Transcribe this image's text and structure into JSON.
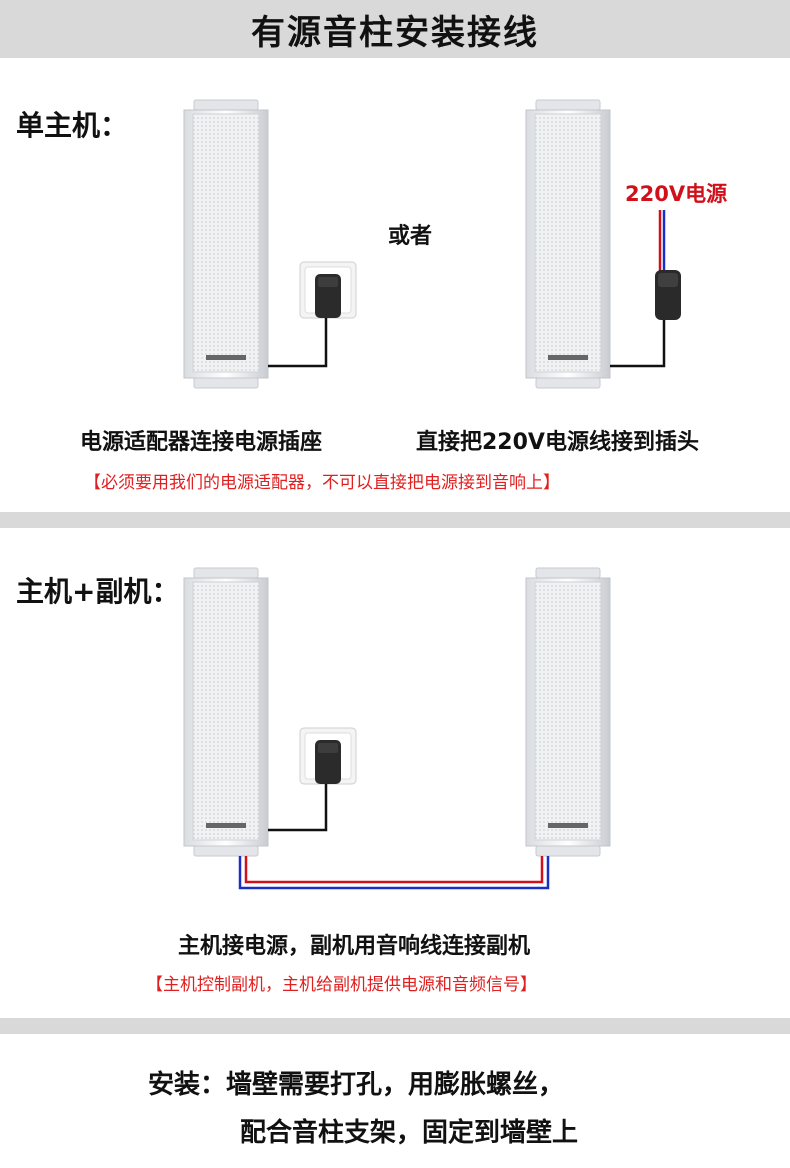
{
  "title": "有源音柱安装接线",
  "single": {
    "label": "单主机：",
    "or_text": "或者",
    "voltage_label": "220V电源",
    "caption_left": "电源适配器连接电源插座",
    "caption_right": "直接把220V电源线接到插头",
    "warning": "【必须要用我们的电源适配器，不可以直接把电源接到音响上】"
  },
  "pair": {
    "label": "主机+副机：",
    "caption": "主机接电源，副机用音响线连接副机",
    "warning": "【主机控制副机，主机给副机提供电源和音频信号】"
  },
  "install": {
    "line1": "安装：墙壁需要打孔，用膨胀螺丝，",
    "line2": "配合音柱支架，固定到墙壁上"
  },
  "colors": {
    "red_wire": "#d0101a",
    "blue_wire": "#1a2fc8",
    "warning": "#e02020",
    "banner": "#d9d9d9"
  }
}
